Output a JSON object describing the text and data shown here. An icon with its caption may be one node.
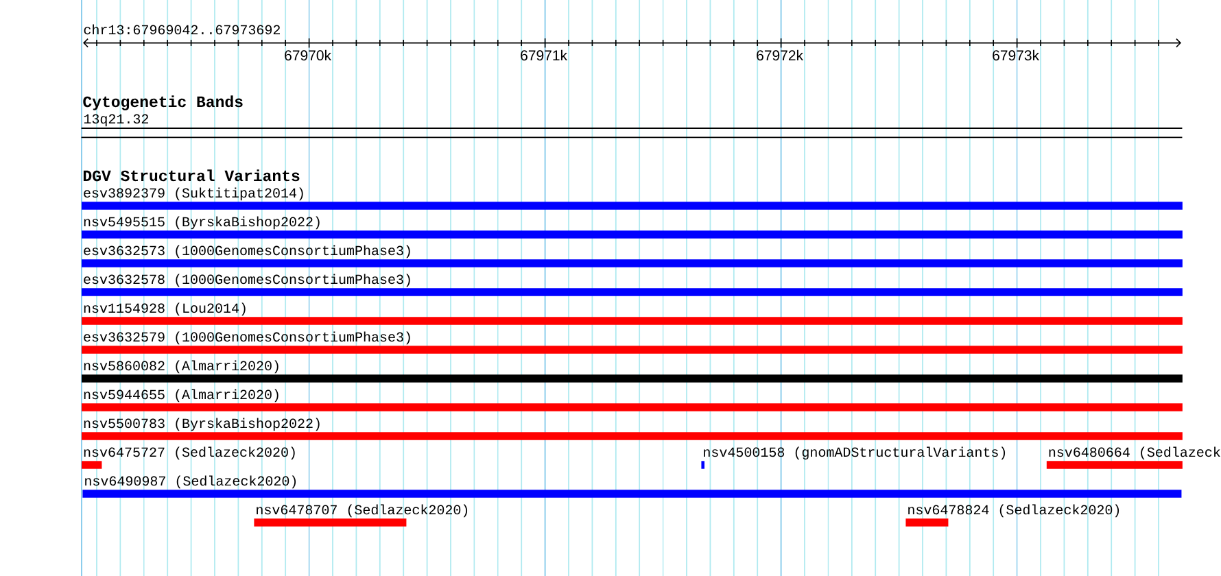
{
  "diagram": {
    "nodes": [
      {
        "text": [
          "esv3892379 (Suktitipat2014)"
        ]
      },
      {
        "text": [
          "nsv5495515 (ByrskaBishop2022)"
        ]
      },
      {
        "text": [
          "esv3632573 (1000GenomesConsortiumPhase3)"
        ]
      },
      {
        "text": [
          "esv3632578 (1000GenomesConsortiumPhase3)"
        ]
      },
      {
        "text": [
          "nsv1154928 (Lou2014)"
        ]
      },
      {
        "text": [
          "esv3632579 (1000GenomesConsortiumPhase3)"
        ]
      },
      {
        "text": [
          "nsv5860082 (Almarri2020)"
        ]
      },
      {
        "text": [
          "nsv5944655 (Almarri2020)"
        ]
      },
      {
        "text": [
          "nsv5500783 (ByrskaBishop2022)"
        ]
      },
      {
        "text": [
          "nsv6475727 (Sedlazeck2020)"
        ]
      },
      {
        "text": [
          "nsv4500158 (gnomADStructuralVariants)"
        ]
      },
      {
        "text": [
          "nsv6480664 (Sedlazeck"
        ]
      },
      {
        "text": [
          "nsv6490987 (Sedlazeck2020)"
        ]
      },
      {
        "text": [
          "nsv6478707 (Sedlazeck2020)"
        ]
      },
      {
        "text": [
          "nsv6478824 (Sedlazeck2020)"
        ]
      }
    ],
    "labels": [
      "chr13:67969042..67973692",
      "67970k",
      "67971k",
      "67972k",
      "67973k",
      "Cytogenetic Bands",
      "13q21.32",
      "DGV Structural Variants"
    ]
  }
}
